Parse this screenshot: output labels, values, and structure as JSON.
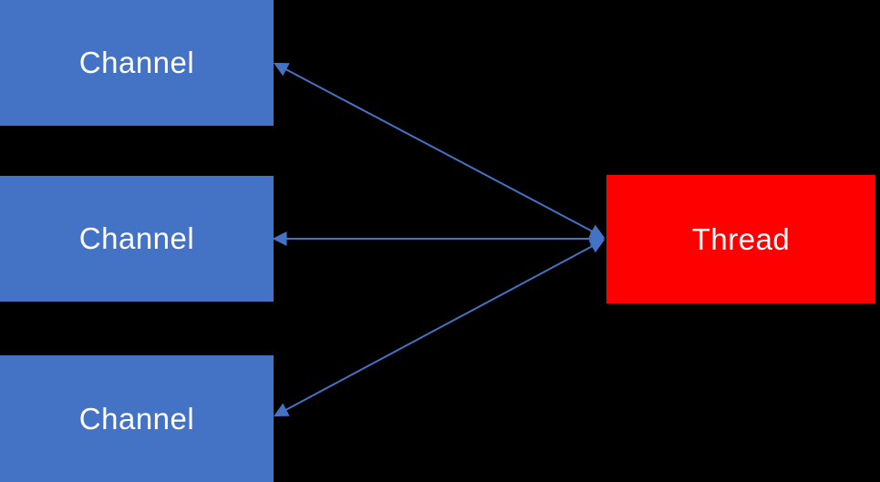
{
  "diagram": {
    "boxes": {
      "channels": [
        {
          "label": "Channel"
        },
        {
          "label": "Channel"
        },
        {
          "label": "Channel"
        }
      ],
      "thread": {
        "label": "Thread"
      }
    },
    "connections": [
      {
        "from": "Thread",
        "to": "Channel 1",
        "direction": "bidirectional"
      },
      {
        "from": "Thread",
        "to": "Channel 2",
        "direction": "bidirectional"
      },
      {
        "from": "Thread",
        "to": "Channel 3",
        "direction": "bidirectional"
      }
    ],
    "colors": {
      "background": "#000000",
      "channel_fill": "#4472C4",
      "thread_fill": "#FF0000",
      "arrow": "#4472C4",
      "label_text": "#FFFFFF"
    }
  }
}
